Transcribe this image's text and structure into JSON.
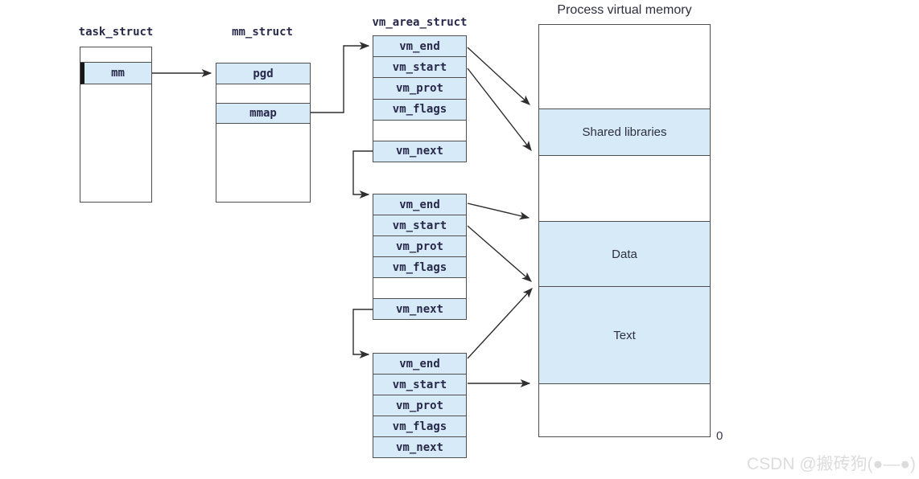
{
  "diagram": {
    "task_struct": {
      "title": "task_struct",
      "mm_label": "mm"
    },
    "mm_struct": {
      "title": "mm_struct",
      "pgd_label": "pgd",
      "mmap_label": "mmap"
    },
    "vm_area": {
      "title": "vm_area_struct",
      "nodes": [
        {
          "rows": [
            "vm_end",
            "vm_start",
            "vm_prot",
            "vm_flags",
            "vm_next"
          ],
          "has_empty_row": true
        },
        {
          "rows": [
            "vm_end",
            "vm_start",
            "vm_prot",
            "vm_flags",
            "vm_next"
          ],
          "has_empty_row": true
        },
        {
          "rows": [
            "vm_end",
            "vm_start",
            "vm_prot",
            "vm_flags",
            "vm_next"
          ],
          "has_empty_row": false
        }
      ]
    },
    "memory_map": {
      "title": "Process virtual memory",
      "regions": [
        {
          "label": "",
          "shaded": false
        },
        {
          "label": "Shared libraries",
          "shaded": true
        },
        {
          "label": "",
          "shaded": false
        },
        {
          "label": "Data",
          "shaded": true
        },
        {
          "label": "Text",
          "shaded": true
        },
        {
          "label": "",
          "shaded": false
        }
      ],
      "origin_label": "0"
    }
  },
  "watermark": "CSDN @搬砖狗(●—●)",
  "colors": {
    "cell_fill": "#d6ebf7",
    "border": "#4e4e4e",
    "arrow": "#2e2e2e",
    "struct_text": "#28284a",
    "watermark_text": "#dcdcdc"
  }
}
